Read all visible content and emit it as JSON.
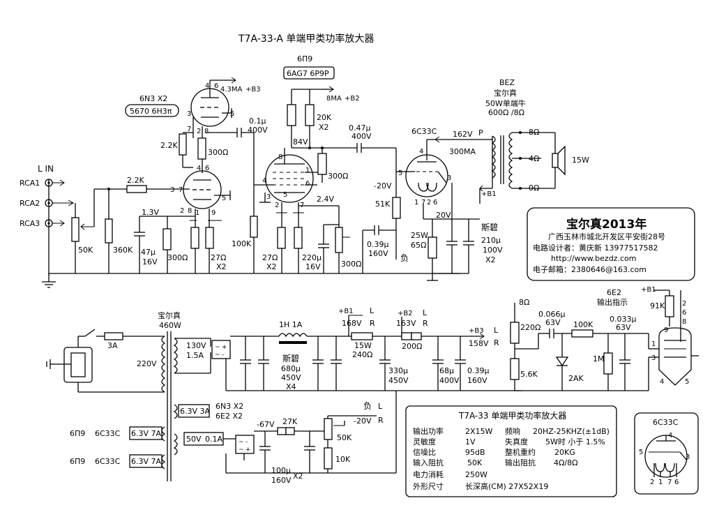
{
  "title": "T7A-33-A 单端甲类功率放大器",
  "colors": {
    "ink": "#000000",
    "paper": "#ffffff"
  },
  "inputs": {
    "title": "L IN",
    "rca1": "RCA1",
    "rca2": "RCA2",
    "rca3": "RCA3"
  },
  "stage1": {
    "tube_label": "6N3 X2",
    "tube_sub": "5670 6H3π",
    "current": "4.3MA",
    "b3": "+B3",
    "r_upper": "2.2K",
    "r_plate": "300Ω",
    "c_couple": "0.1μ",
    "c_volt": "400V",
    "r_grid": "2.2K",
    "v_cath": "1.3V",
    "pot": "50K",
    "r_in": "360K",
    "c_cath": "47μ",
    "c_cath_v": "16V",
    "r_cath": "300Ω",
    "r_cath2": "27Ω",
    "r_cath2_n": "X2"
  },
  "stage2": {
    "tube_label": "6П9",
    "tube_sub": "6AG7 6P9P",
    "current": "8MA",
    "b2": "+B2",
    "r_plate": "20K",
    "r_plate_n": "X2",
    "v_plate": "84V",
    "c_couple": "0.47μ",
    "c_volt": "400V",
    "r_screen": "300Ω",
    "v_cath": "2.4V",
    "r_grid": "100K",
    "r_cath": "27Ω",
    "r_cath_n": "X2",
    "c_cath": "220μ",
    "c_cath_v": "16V",
    "r_cath2": "300Ω"
  },
  "stage3": {
    "tube_label": "6C33C",
    "v_plate": "162V",
    "p": "P",
    "current": "300MA",
    "neg_grid": "-20V",
    "r_grid": "51K",
    "c_grid": "0.39μ",
    "c_grid_v": "160V",
    "neg": "负",
    "v_cath": "20V",
    "r_cath": "25W",
    "r_cath_v": "65Ω",
    "c_cath_brand": "斯碧",
    "c_cath": "210μ",
    "c_cath_v": "100V",
    "c_cath_n": "X2",
    "b1": "+B1"
  },
  "output_transformer": {
    "brand": "BEZ",
    "name": "宝尔真",
    "desc": "50W单端牛",
    "ratio": "600Ω /8Ω",
    "tap8": "8Ω",
    "tap4": "4Ω",
    "tap0": "0Ω",
    "speaker": "15W"
  },
  "info_box": {
    "title": "宝尔真2013年",
    "address": "广西玉林市城北开发区平安街28号",
    "designer": "电路设计者：黄庆新  13977517582",
    "web": "http://www.bezdz.com",
    "email": "电子邮箱：2380646@163.com"
  },
  "power": {
    "fuse": "3A",
    "mains": "220V",
    "xfmr_name": "宝尔真",
    "xfmr_va": "460W",
    "hv": "130V",
    "hv_a": "1.5A",
    "choke": "1H 1A",
    "cap_brand": "斯碧",
    "cap": "680μ",
    "cap_v": "450V",
    "cap_n": "X4",
    "b1": "+B1",
    "b1_v": "168V",
    "r15": "15W",
    "r15_v": "240Ω",
    "l": "L",
    "r": "R",
    "b2": "+B2",
    "b2_v": "163V",
    "r200": "200Ω",
    "c330": "330μ",
    "c330_v": "450V",
    "c68": "68μ",
    "c68_v": "400V",
    "b3": "+B3",
    "b3_v": "158V",
    "c039": "0.39μ",
    "c039_v": "160V",
    "fil1": "6.3V 3A",
    "fil1_tubes": "6N3 X2",
    "fil1_tubes2": "6E2 X2",
    "fil2_t1": "6П9",
    "fil2_t2": "6C33C",
    "fil2_v": "6.3V 7A",
    "fil3_t1": "6П9",
    "fil3_t2": "6C33C",
    "fil3_v": "6.3V 7A",
    "bias": "50V",
    "bias_a": "0.1A",
    "neg67": "-67V",
    "r27": "27K",
    "neg": "负",
    "neg20": "-20V",
    "pot50": "50K",
    "r10": "10K",
    "c100": "100μ",
    "c100_v": "160V",
    "c100_n": "X2"
  },
  "indicator": {
    "title": "6E2",
    "subtitle": "输出指示",
    "b1": "+B1",
    "r91": "91K",
    "pins_a": "2",
    "pins_b": "6",
    "pins_c": "8",
    "pin9": "9",
    "pin1": "1",
    "pin3": "3",
    "pin4": "4",
    "pin5": "5",
    "r8": "8Ω",
    "r220": "220Ω",
    "r56": "5.6K",
    "c066": "0.066μ",
    "c066_v": "63V",
    "r100": "100K",
    "c033": "0.033μ",
    "c033_v": "63V",
    "diode": "2AK",
    "r1m": "1M"
  },
  "spec": {
    "title": "T7A-33  单端甲类功率放大器",
    "rows": [
      [
        "输出功率",
        "2X15W",
        "频响",
        "20HZ-25KHZ(±1dB)"
      ],
      [
        "灵敏度",
        "1V",
        "失真度",
        "5W时 小于 1.5%"
      ],
      [
        "信噪比",
        "95dB",
        "整机重约",
        "20KG"
      ],
      [
        "输入阻抗",
        "50K",
        "输出阻抗",
        "4Ω/8Ω"
      ],
      [
        "电力消耗",
        "250W",
        "",
        ""
      ],
      [
        "外形尺寸",
        "长深高(CM)  27X52X19",
        "",
        ""
      ]
    ]
  },
  "pinout": {
    "tube": "6C33C",
    "p4": "4",
    "p5": "5",
    "p3": "3",
    "p2": "2",
    "p1": "1",
    "p7": "7",
    "p6": "6"
  }
}
